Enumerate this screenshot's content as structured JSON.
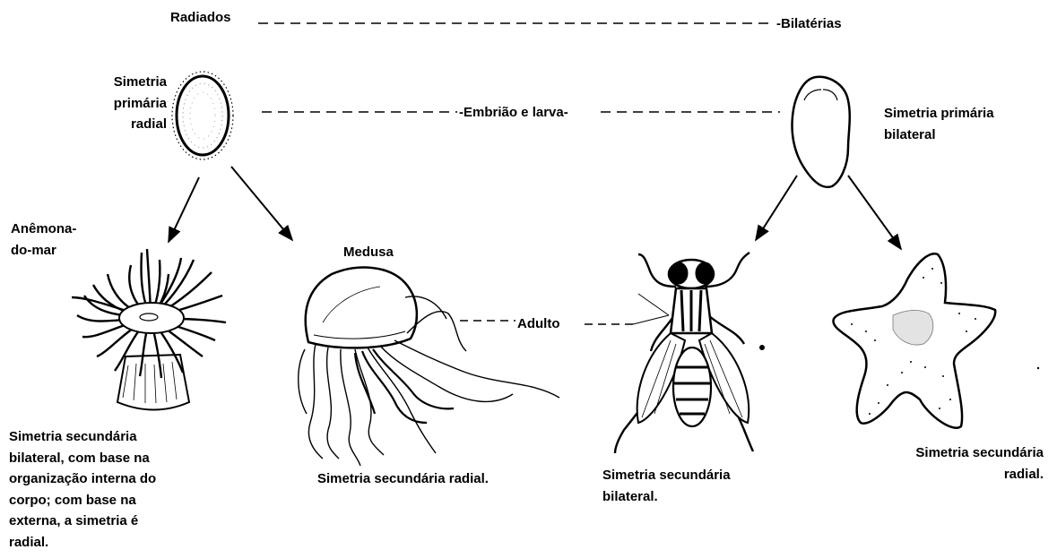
{
  "header": {
    "left": "Radiados",
    "right": "Bilatérias"
  },
  "embryo_row": {
    "connector_label": "Embrião e larva",
    "left_caption": [
      "Simetria",
      "primária",
      "radial"
    ],
    "right_caption": [
      "Simetria primária",
      "bilateral"
    ]
  },
  "adult_row": {
    "connector_label": "Adulto",
    "anemone_name": [
      "Anêmona-",
      "do-mar"
    ],
    "jellyfish_name": "Medusa"
  },
  "captions": {
    "anemone": [
      "Simetria secundária",
      "bilateral, com base na",
      "organização interna do",
      "corpo; com base na",
      "externa, a simetria é",
      "radial."
    ],
    "jellyfish": "Simetria secundária radial.",
    "fly": [
      "Simetria secundária",
      "bilateral."
    ],
    "starfish": [
      "Simetria secundária",
      "radial."
    ]
  },
  "colors": {
    "ink": "#000000",
    "paper": "#ffffff",
    "shade": "#d9d9d9"
  }
}
